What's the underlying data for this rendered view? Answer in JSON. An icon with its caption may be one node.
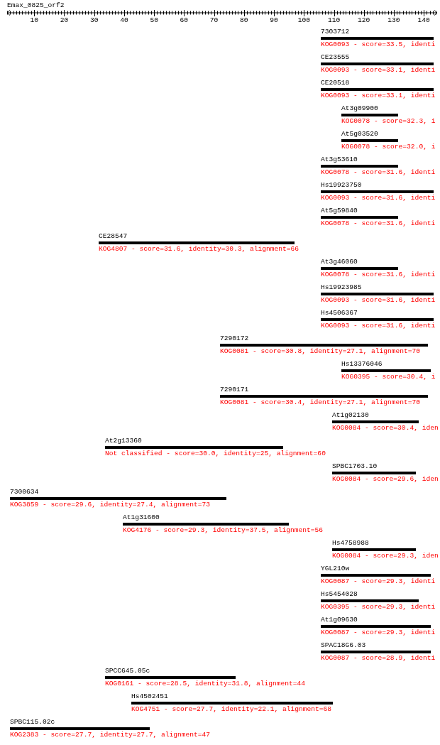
{
  "diagram": {
    "title": "Emax_0825_orf2",
    "nodes": [
      {
        "text": [
          "7303712",
          "KOG0093 - score=33.5, identi"
        ]
      },
      {
        "text": [
          "CE23555",
          "KOG0093 - score=33.1, identi"
        ]
      },
      {
        "text": [
          "CE20518",
          "KOG0093 - score=33.1, identi"
        ]
      },
      {
        "text": [
          "At3g09900",
          "KOG0078 - score=32.3, i"
        ]
      },
      {
        "text": [
          "At5g03520",
          "KOG0078 - score=32.0, i"
        ]
      },
      {
        "text": [
          "At3g53610",
          "KOG0078 - score=31.6, identi"
        ]
      },
      {
        "text": [
          "Hs19923750",
          "KOG0093 - score=31.6, identi"
        ]
      },
      {
        "text": [
          "At5g59840",
          "KOG0078 - score=31.6, identi"
        ]
      },
      {
        "text": [
          "CE28547",
          "KOG4807 - score=31.6, identity=30.3, alignment=66"
        ]
      },
      {
        "text": [
          "At3g46060",
          "KOG0078 - score=31.6, identi"
        ]
      },
      {
        "text": [
          "Hs19923985",
          "KOG0093 - score=31.6, identi"
        ]
      },
      {
        "text": [
          "Hs4506367",
          "KOG0093 - score=31.6, identi"
        ]
      },
      {
        "text": [
          "7290172",
          "KOG0081 - score=30.8, identity=27.1, alignment=70"
        ]
      },
      {
        "text": [
          "Hs13376046",
          "KOG0395 - score=30.4, i"
        ]
      },
      {
        "text": [
          "7290171",
          "KOG0081 - score=30.4, identity=27.1, alignment=70"
        ]
      },
      {
        "text": [
          "At1g02130",
          "KOG0084 - score=30.4, iden"
        ]
      },
      {
        "text": [
          "At2g13360",
          "Not classified - score=30.0, identity=25, alignment=60"
        ]
      },
      {
        "text": [
          "SPBC1703.10",
          "KOG0084 - score=29.6, iden"
        ]
      },
      {
        "text": [
          "7300634",
          "KOG3859 - score=29.6, identity=27.4, alignment=73"
        ]
      },
      {
        "text": [
          "At1g31600",
          "KOG4176 - score=29.3, identity=37.5, alignment=56"
        ]
      },
      {
        "text": [
          "Hs4758988",
          "KOG0084 - score=29.3, iden"
        ]
      },
      {
        "text": [
          "YGL210w",
          "KOG0087 - score=29.3, identi"
        ]
      },
      {
        "text": [
          "Hs5454028",
          "KOG0395 - score=29.3, identi"
        ]
      },
      {
        "text": [
          "At1g09630",
          "KOG0087 - score=29.3, identi"
        ]
      },
      {
        "text": [
          "SPAC18G6.03",
          "KOG0087 - score=28.9, identi"
        ]
      },
      {
        "text": [
          "SPCC645.05c",
          "KOG0161 - score=28.5, identity=31.8, alignment=44"
        ]
      },
      {
        "text": [
          "Hs4502451",
          "KOG4751 - score=27.7, identity=22.1, alignment=68"
        ]
      },
      {
        "text": [
          "SPBC115.02c",
          "KOG2383 - score=27.7, identity=27.7, alignment=47"
        ]
      }
    ],
    "labels": [
      "10",
      "20",
      "30",
      "40",
      "50",
      "60",
      "70",
      "80",
      "90",
      "100",
      "110",
      "120",
      "130",
      "140"
    ]
  }
}
